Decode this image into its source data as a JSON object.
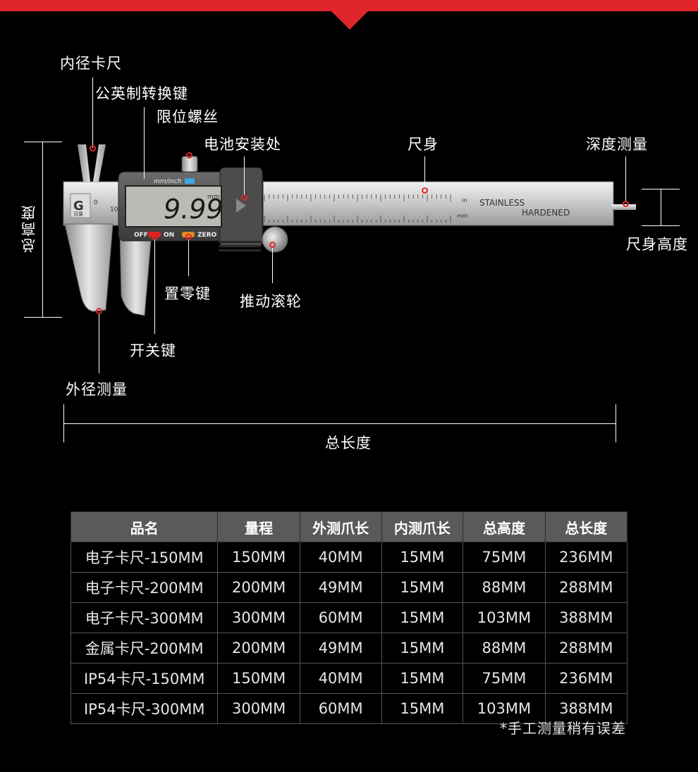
{
  "colors": {
    "accent": "#e0262b",
    "background": "#000000",
    "header_bg": "#5a5a5a"
  },
  "labels": {
    "inner_jaw": "内径卡尺",
    "unit_key": "公英制转换键",
    "limit_screw": "限位螺丝",
    "battery": "电池安装处",
    "ruler_body": "尺身",
    "depth": "深度测量",
    "body_height": "尺身高度",
    "total_height": "总高度",
    "zero_key": "置零键",
    "thumb_wheel": "推动滚轮",
    "power_key": "开关键",
    "outer_jaw": "外径测量",
    "total_length": "总长度"
  },
  "device": {
    "display": "9.99",
    "display_unit": "mm",
    "mode_label": "mm/inch",
    "off_label": "OFF",
    "on_label": "ON",
    "zero_label": "ZERO",
    "brand_glyph": "G",
    "brand_name": "冠量",
    "scale_text_1": "STAINLESS",
    "scale_text_2": "HARDENED",
    "unit_in": "in",
    "unit_mm": "mm",
    "zero_tick": "0",
    "ten_tick": "10"
  },
  "table": {
    "headers": [
      "品名",
      "量程",
      "外测爪长",
      "内测爪长",
      "总高度",
      "总长度"
    ],
    "rows": [
      [
        "电子卡尺-150MM",
        "150MM",
        "40MM",
        "15MM",
        "75MM",
        "236MM"
      ],
      [
        "电子卡尺-200MM",
        "200MM",
        "49MM",
        "15MM",
        "88MM",
        "288MM"
      ],
      [
        "电子卡尺-300MM",
        "300MM",
        "60MM",
        "15MM",
        "103MM",
        "388MM"
      ],
      [
        "金属卡尺-200MM",
        "200MM",
        "49MM",
        "15MM",
        "88MM",
        "288MM"
      ],
      [
        "IP54卡尺-150MM",
        "150MM",
        "40MM",
        "15MM",
        "75MM",
        "236MM"
      ],
      [
        "IP54卡尺-300MM",
        "300MM",
        "60MM",
        "15MM",
        "103MM",
        "388MM"
      ]
    ]
  },
  "note": "*手工测量稍有误差"
}
